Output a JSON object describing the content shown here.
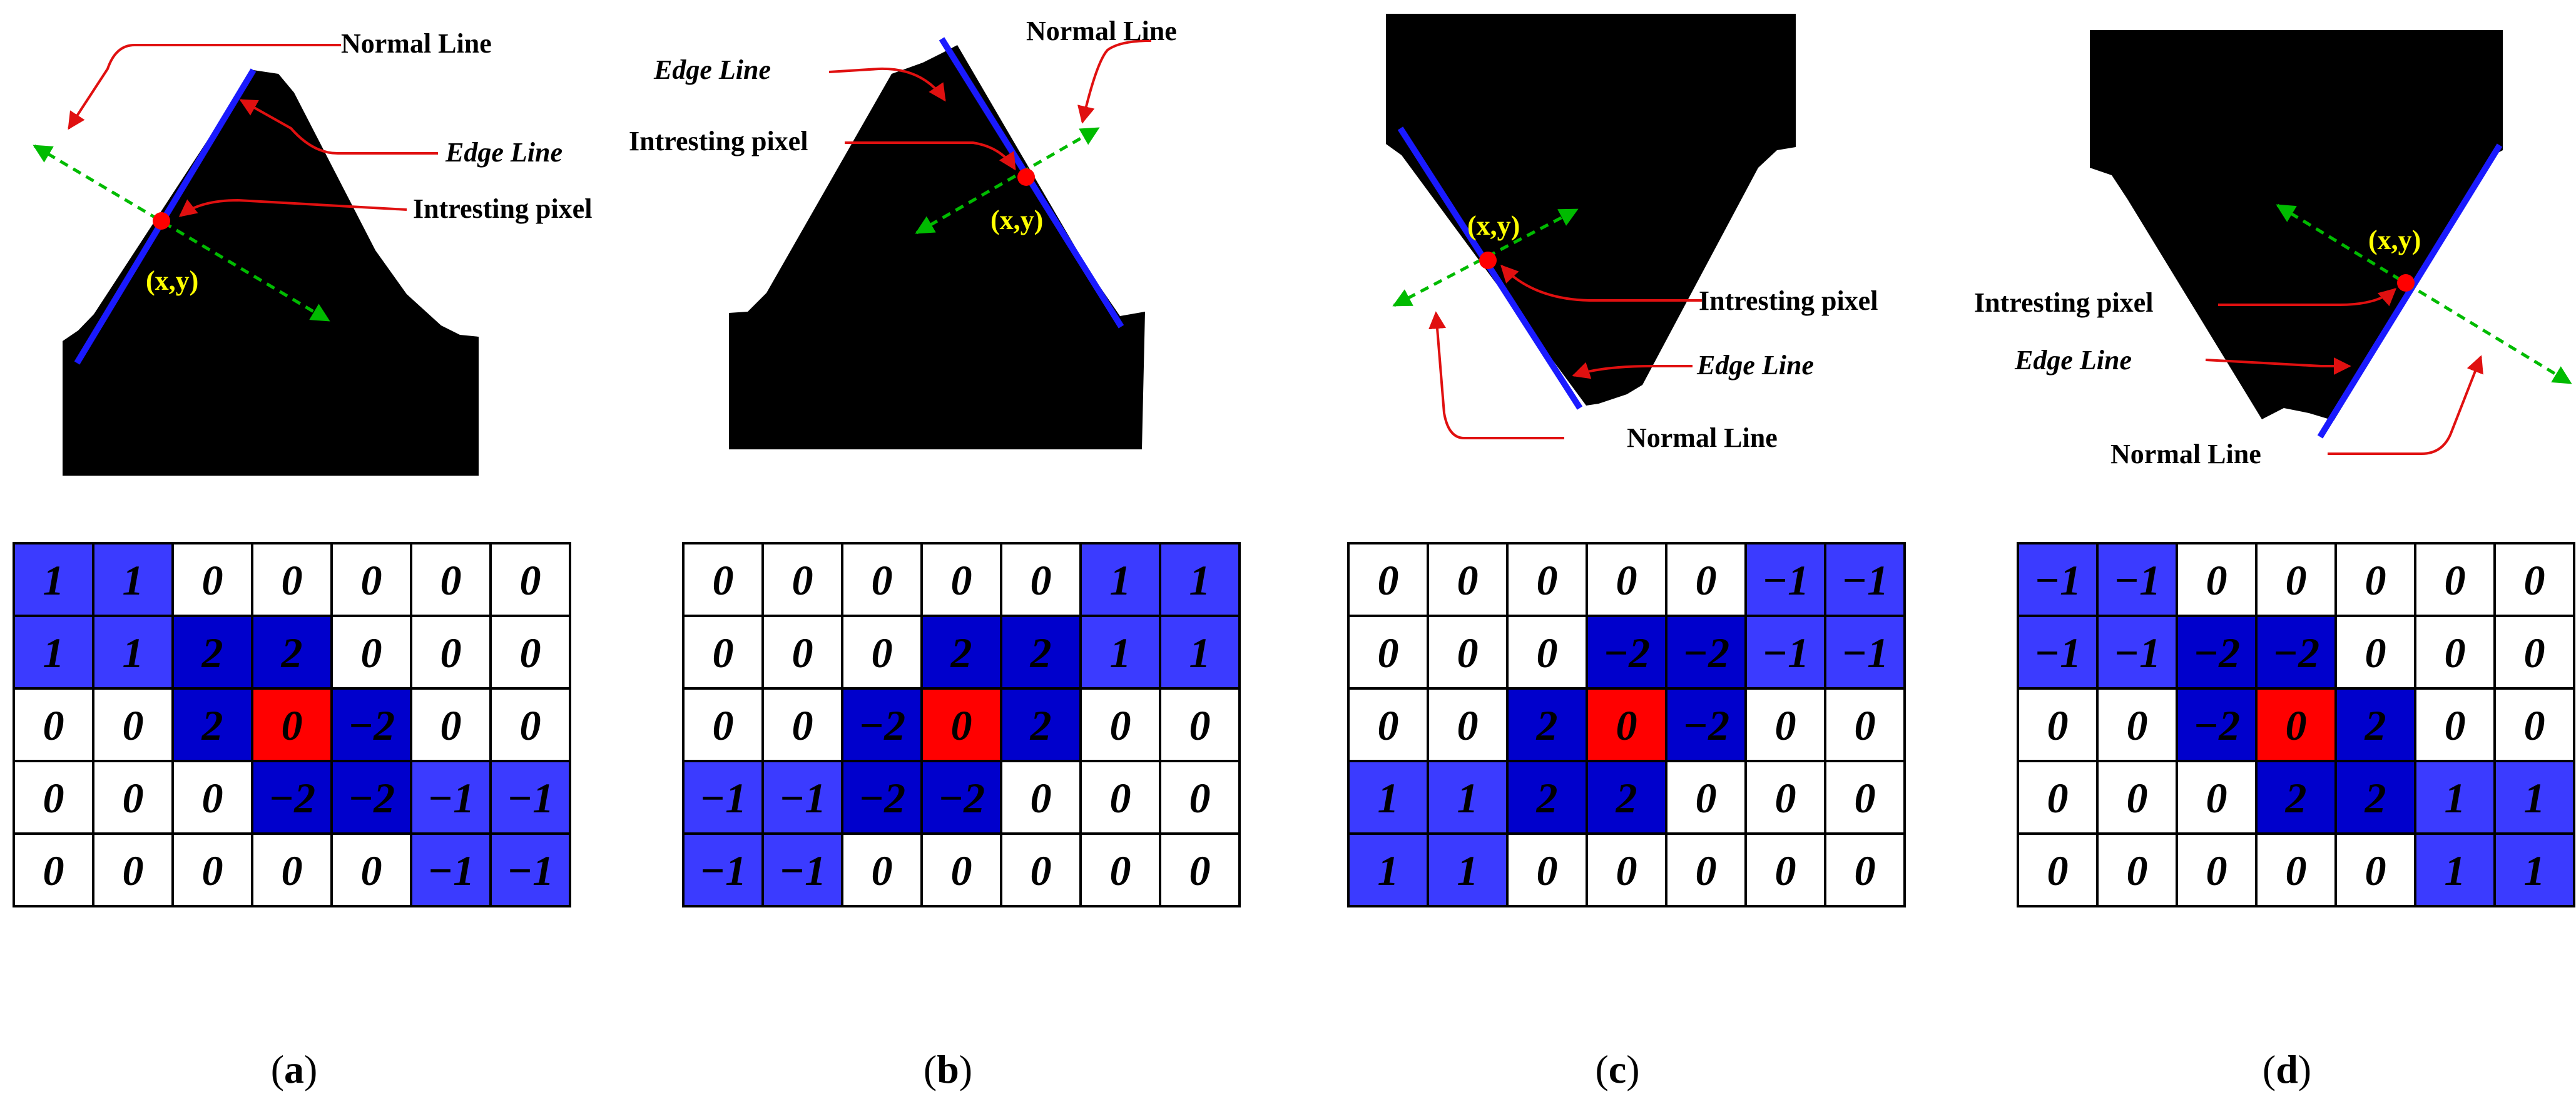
{
  "labels": {
    "normal_line": "Normal Line",
    "edge_line": "Edge Line",
    "interesting_pixel": "Intresting pixel",
    "point": "(x,y)"
  },
  "colors": {
    "object": "#000000",
    "edge": "#1a1aff",
    "normal": "#00bb00",
    "pixel": "#ff0000",
    "arrow": "#e01010",
    "point_label": "#ffff00",
    "cell_light": "#3b3bff",
    "cell_dark": "#0000cc",
    "cell_center": "#ff0000",
    "cell_zero": "#ffffff"
  },
  "panels": [
    {
      "caption_pre": "(",
      "caption_letter": "a",
      "caption_post": ")",
      "grid": [
        [
          "1",
          "1",
          "0",
          "0",
          "0",
          "0",
          "0"
        ],
        [
          "1",
          "1",
          "2",
          "2",
          "0",
          "0",
          "0"
        ],
        [
          "0",
          "0",
          "2",
          "0",
          "−2",
          "0",
          "0"
        ],
        [
          "0",
          "0",
          "0",
          "−2",
          "−2",
          "−1",
          "−1"
        ],
        [
          "0",
          "0",
          "0",
          "0",
          "0",
          "−1",
          "−1"
        ]
      ]
    },
    {
      "caption_pre": "(",
      "caption_letter": "b",
      "caption_post": ")",
      "grid": [
        [
          "0",
          "0",
          "0",
          "0",
          "0",
          "1",
          "1"
        ],
        [
          "0",
          "0",
          "0",
          "2",
          "2",
          "1",
          "1"
        ],
        [
          "0",
          "0",
          "−2",
          "0",
          "2",
          "0",
          "0"
        ],
        [
          "−1",
          "−1",
          "−2",
          "−2",
          "0",
          "0",
          "0"
        ],
        [
          "−1",
          "−1",
          "0",
          "0",
          "0",
          "0",
          "0"
        ]
      ]
    },
    {
      "caption_pre": "(",
      "caption_letter": "c",
      "caption_post": ")",
      "grid": [
        [
          "0",
          "0",
          "0",
          "0",
          "0",
          "−1",
          "−1"
        ],
        [
          "0",
          "0",
          "0",
          "−2",
          "−2",
          "−1",
          "−1"
        ],
        [
          "0",
          "0",
          "2",
          "0",
          "−2",
          "0",
          "0"
        ],
        [
          "1",
          "1",
          "2",
          "2",
          "0",
          "0",
          "0"
        ],
        [
          "1",
          "1",
          "0",
          "0",
          "0",
          "0",
          "0"
        ]
      ]
    },
    {
      "caption_pre": "(",
      "caption_letter": "d",
      "caption_post": ")",
      "grid": [
        [
          "−1",
          "−1",
          "0",
          "0",
          "0",
          "0",
          "0"
        ],
        [
          "−1",
          "−1",
          "−2",
          "−2",
          "0",
          "0",
          "0"
        ],
        [
          "0",
          "0",
          "−2",
          "0",
          "2",
          "0",
          "0"
        ],
        [
          "0",
          "0",
          "0",
          "2",
          "2",
          "1",
          "1"
        ],
        [
          "0",
          "0",
          "0",
          "0",
          "0",
          "1",
          "1"
        ]
      ]
    }
  ]
}
